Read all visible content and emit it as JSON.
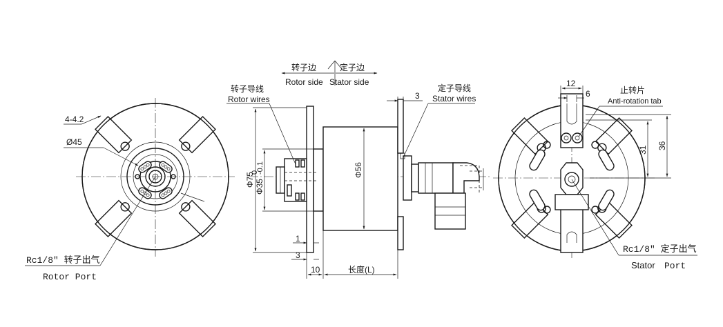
{
  "header": {
    "rotor_side_cn": "转子边",
    "stator_side_cn": "定子边",
    "rotor_side_en": "Rotor side",
    "stator_side_en": "Stator  side"
  },
  "labels": {
    "rotor_wires_cn": "转子导线",
    "rotor_wires_en": "Rotor wires",
    "stator_wires_cn": "定子导线",
    "stator_wires_en": "Stator wires",
    "anti_rotation_cn": "止转片",
    "anti_rotation_en": "Anti-rotation tab",
    "rotor_port_cn": "Rc1/8″ 转子出气",
    "rotor_port_en": "Rotor Port",
    "stator_port_cn": "Rc1/8″ 定子出气",
    "stator_port_en1": "Stator",
    "stator_port_en2": "Port"
  },
  "dimensions": {
    "holes": "4-4.2",
    "pcd": "Ø45",
    "outer_dia": "Φ75",
    "spigot_dia": "Φ35",
    "spigot_tol_upper": "0",
    "spigot_tol_lower": "-0.1",
    "body_dia": "Φ56",
    "stator_thk": "3",
    "flange_step": "1",
    "flange_thk": "3",
    "flange_len": "10",
    "length": "长度(L)",
    "tab_width": "12",
    "tab_slot": "6",
    "tab_h1": "31",
    "tab_h2": "36"
  },
  "colors": {
    "line": "#1a1a1a",
    "background": "#ffffff"
  }
}
